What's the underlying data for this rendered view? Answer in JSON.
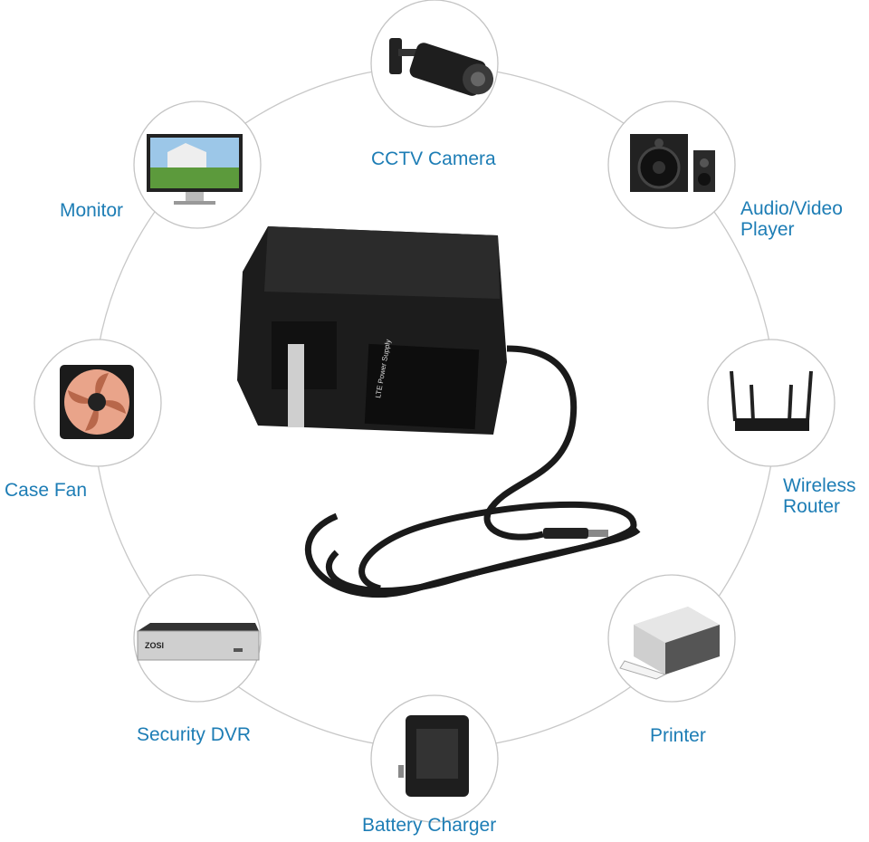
{
  "colors": {
    "label": "#1d7db5",
    "ring": "#c8c8c8",
    "adapter": "#1c1c1c"
  },
  "adapter": {
    "label_text": "LTE Power Supply"
  },
  "devices": [
    {
      "label": "CCTV Camera",
      "icon": "cctv-camera-icon"
    },
    {
      "label": "Audio/Video",
      "label2": "Player",
      "icon": "speaker-icon"
    },
    {
      "label": "Wireless",
      "label2": "Router",
      "icon": "router-icon"
    },
    {
      "label": "Printer",
      "icon": "printer-icon"
    },
    {
      "label": "Battery Charger",
      "icon": "battery-charger-icon"
    },
    {
      "label": "Security DVR",
      "icon": "dvr-icon",
      "brand": "ZOSI"
    },
    {
      "label": "Case Fan",
      "icon": "case-fan-icon"
    },
    {
      "label": "Monitor",
      "icon": "monitor-icon"
    }
  ]
}
